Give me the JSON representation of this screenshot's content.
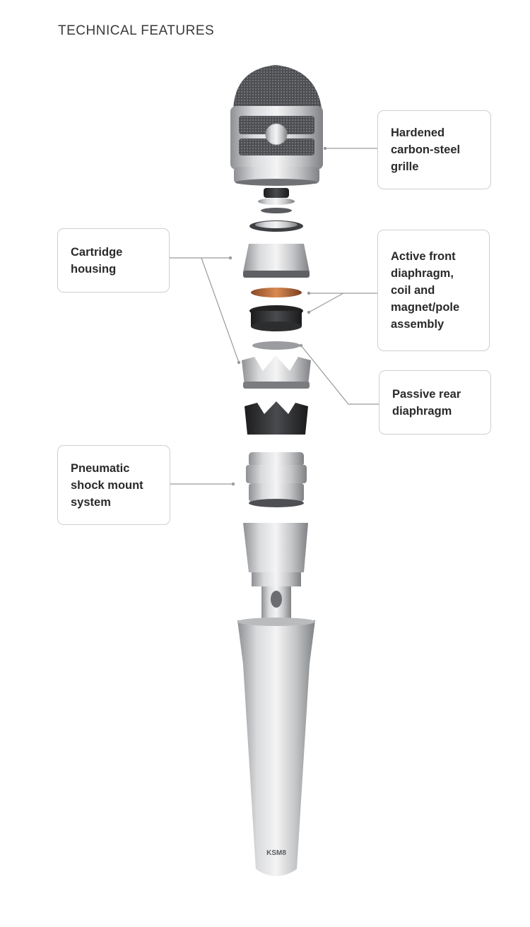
{
  "title": "TECHNICAL FEATURES",
  "callouts": {
    "grille": "Hardened\ncarbon-steel\ngrille",
    "cartridge": "Cartridge\nhousing",
    "active": "Active front\ndiaphragm,\ncoil and\nmagnet/pole\nassembly",
    "passive": "Passive rear\ndiaphragm",
    "shock": "Pneumatic\nshock mount\nsystem"
  },
  "handle_label": "KSM8",
  "colors": {
    "callout_border": "#cfcfcf",
    "leader_line": "#9a9a9a",
    "text": "#2a2a2a"
  }
}
